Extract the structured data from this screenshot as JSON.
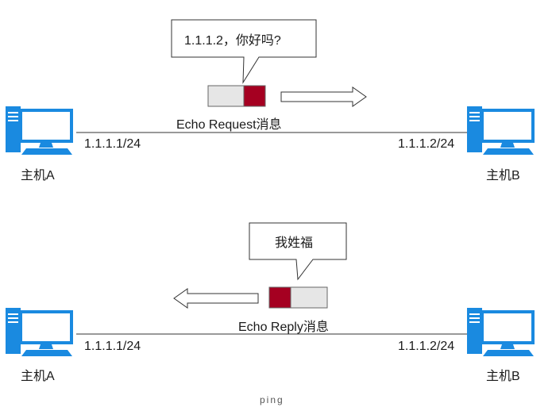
{
  "request": {
    "bubble_text": "1.1.1.2，你好吗?",
    "message_label": "Echo Request消息",
    "host_a": {
      "label": "主机A",
      "ip": "1.1.1.1/24"
    },
    "host_b": {
      "label": "主机B",
      "ip": "1.1.1.2/24"
    },
    "direction": "right"
  },
  "reply": {
    "bubble_text": "我姓福",
    "message_label": "Echo Reply消息",
    "host_a": {
      "label": "主机A",
      "ip": "1.1.1.1/24"
    },
    "host_b": {
      "label": "主机B",
      "ip": "1.1.1.2/24"
    },
    "direction": "left"
  },
  "caption": "ping",
  "colors": {
    "host_blue": "#1a8ae0",
    "packet_red": "#a50021",
    "packet_gray": "#e6e6e6",
    "line": "#333333"
  }
}
